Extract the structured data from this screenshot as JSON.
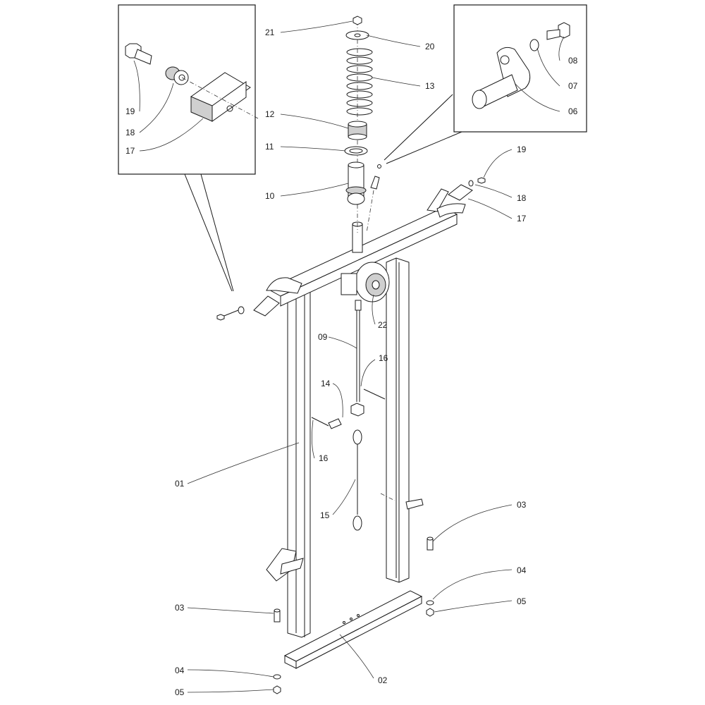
{
  "callouts": {
    "c21": "21",
    "c20": "20",
    "c13": "13",
    "c12": "12",
    "c11": "11",
    "c10": "10",
    "c08": "08",
    "c07": "07",
    "c06": "06",
    "c19a": "19",
    "c18a": "18",
    "c17a": "17",
    "c19b": "19",
    "c18b": "18",
    "c17b": "17",
    "c22": "22",
    "c09": "09",
    "c16a": "16",
    "c14": "14",
    "c16b": "16",
    "c01": "01",
    "c15": "15",
    "c03a": "03",
    "c04a": "04",
    "c05a": "05",
    "c03b": "03",
    "c04b": "04",
    "c05b": "05",
    "c02": "02"
  }
}
